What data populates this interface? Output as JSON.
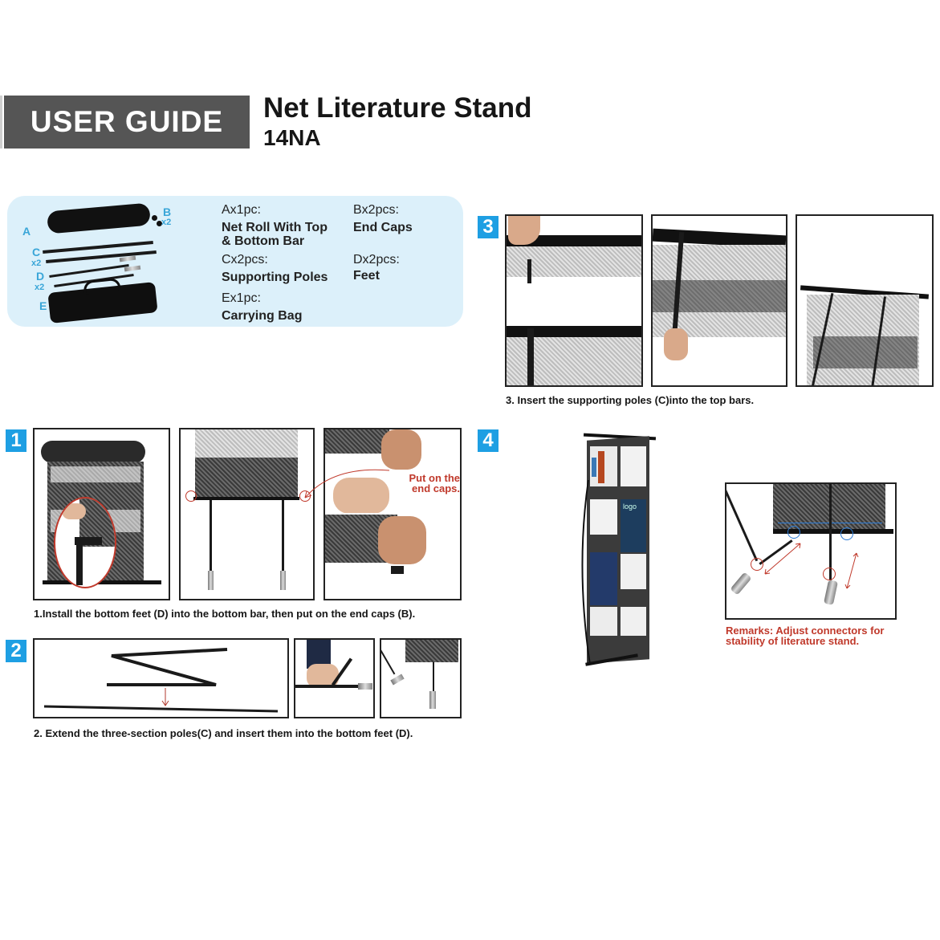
{
  "header": {
    "badge_label": "USER GUIDE",
    "title": "Net Literature Stand",
    "model": "14NA"
  },
  "parts_panel": {
    "image_labels": {
      "a": "A",
      "b": "B",
      "b_qty": "x2",
      "c": "C",
      "c_qty": "x2",
      "d": "D",
      "d_qty": "x2",
      "e": "E"
    },
    "items": [
      {
        "qty": "Ax1pc:",
        "name_line1": "Net Roll With Top",
        "name_line2": "& Bottom Bar"
      },
      {
        "qty": "Bx2pcs:",
        "name_line1": "End Caps"
      },
      {
        "qty": "Cx2pcs:",
        "name_line1": "Supporting Poles"
      },
      {
        "qty": "Dx2pcs:",
        "name_line1": "Feet"
      },
      {
        "qty": "Ex1pc:",
        "name_line1": "Carrying Bag"
      }
    ]
  },
  "steps": [
    {
      "number": "1",
      "caption": "1.Install the bottom feet (D) into the bottom bar, then put on the end caps (B).",
      "callout_line1": "Put on the",
      "callout_line2": "end caps."
    },
    {
      "number": "2",
      "caption": "2. Extend the three-section poles(C) and insert them into the bottom feet (D)."
    },
    {
      "number": "3",
      "caption": "3. Insert the supporting poles (C)into the top bars."
    },
    {
      "number": "4",
      "brochure_logo": "logo",
      "remarks_line1": "Remarks: Adjust connectors for",
      "remarks_line2": "stability of literature stand."
    }
  ],
  "colors": {
    "badge_blue": "#1e9fe3",
    "header_gray": "#555555",
    "panel_blue": "#dcf0fa",
    "letter_blue": "#3aa6d8",
    "remark_red": "#c0392b"
  }
}
